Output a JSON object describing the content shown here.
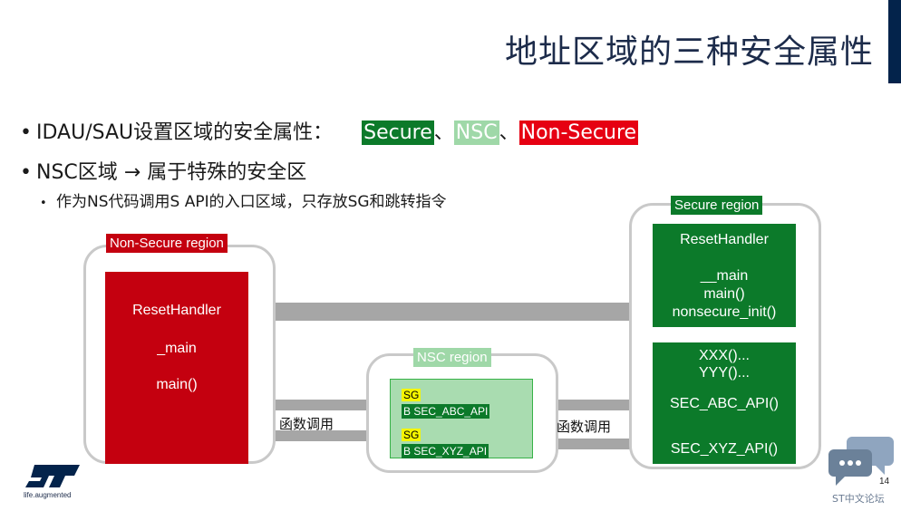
{
  "title": "地址区域的三种安全属性",
  "bullets": {
    "b1_text": "IDAU/SAU设置区域的安全属性：",
    "tag_secure": "Secure",
    "sep1": "、",
    "tag_nsc": "NSC",
    "sep2": "、",
    "tag_nonsecure": "Non-Secure",
    "b2_text": "NSC区域 → 属于特殊的安全区",
    "sub_text": "作为NS代码调用S API的入口区域，只存放SG和跳转指令"
  },
  "nonsecure_region": {
    "label": "Non-Secure region",
    "line1": "ResetHandler",
    "line2": "_main",
    "line3": "main()"
  },
  "nsc_region": {
    "label": "NSC region",
    "entry1_sg": "SG",
    "entry1_b": "B SEC_ABC_API",
    "entry2_sg": "SG",
    "entry2_b": "B SEC_XYZ_API"
  },
  "secure_region": {
    "label": "Secure region",
    "box1_line1": "ResetHandler",
    "box1_line2": "__main",
    "box1_line3": "main()",
    "box1_line4": "nonsecure_init()",
    "box2_line1": "XXX()...",
    "box2_line2": "YYY()...",
    "box2_line3": "SEC_ABC_API()",
    "box2_line4": "SEC_XYZ_API()"
  },
  "call_label_left": "函数调用",
  "call_label_right": "函数调用",
  "footer": {
    "logo_sub": "life.augmented",
    "page_number": "14",
    "forum": "ST中文论坛"
  },
  "colors": {
    "secure": "#0c7a2a",
    "nsc": "#9fd8a8",
    "nonsecure": "#e60012",
    "arrow": "#a6a6a6"
  }
}
